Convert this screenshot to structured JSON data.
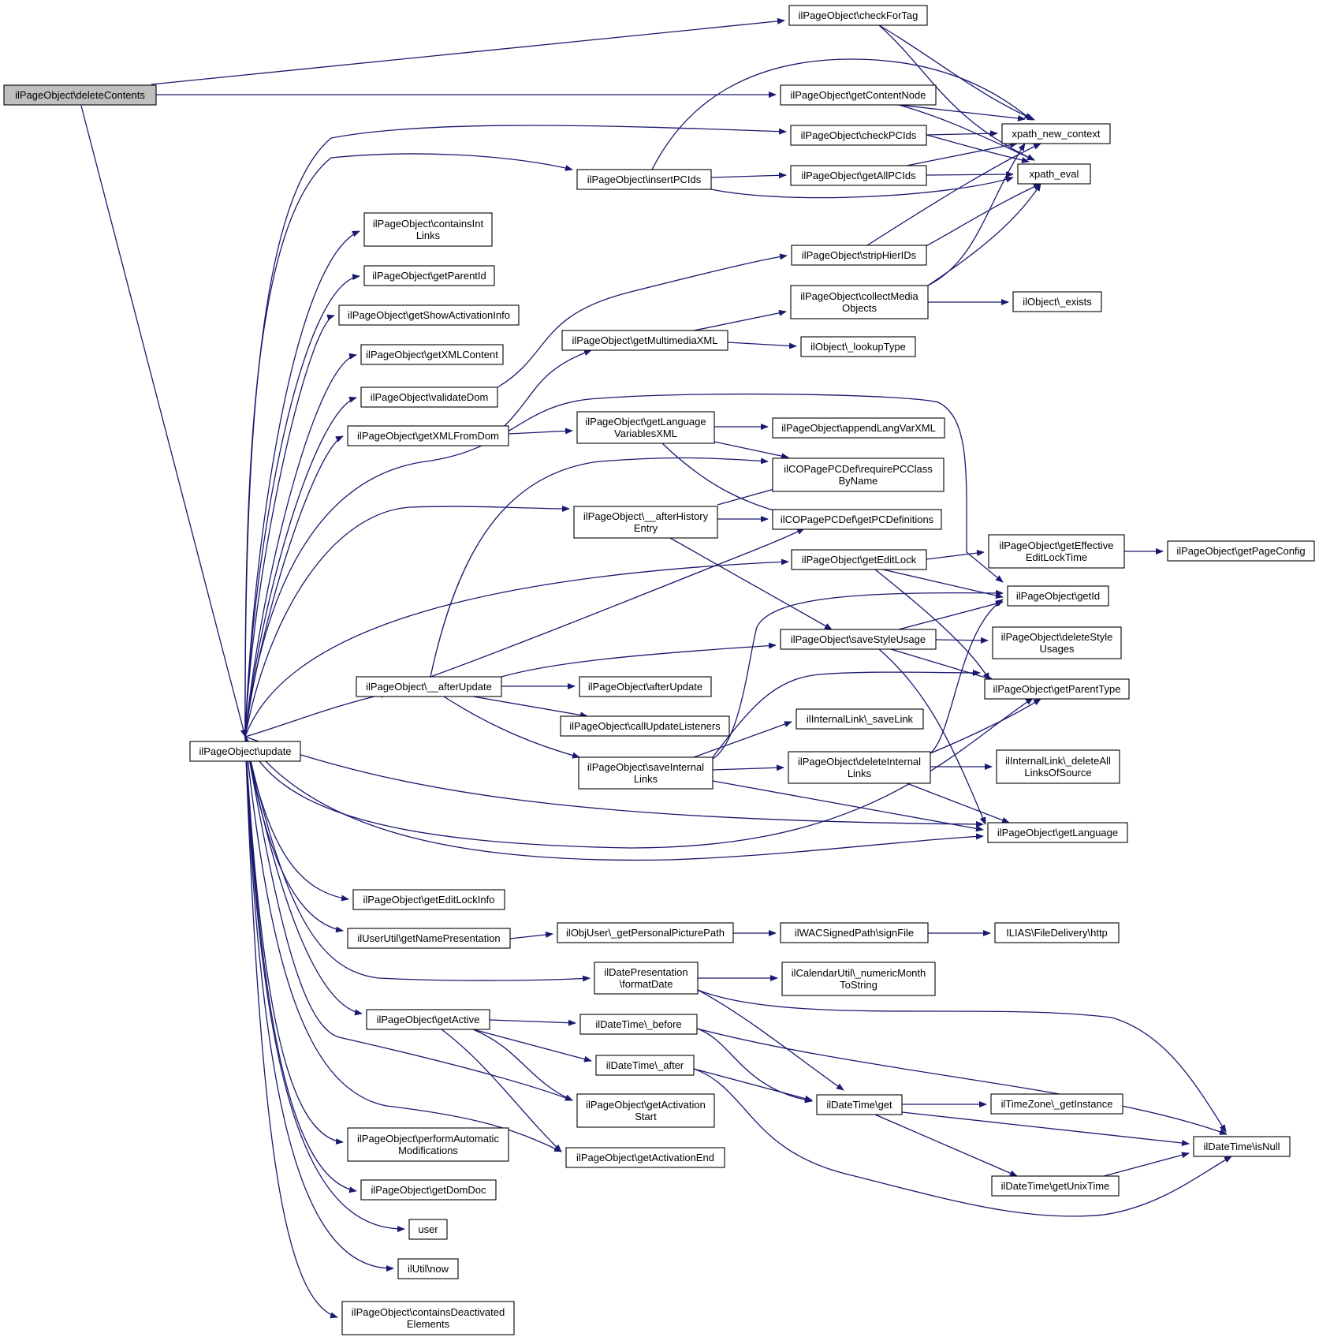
{
  "graph": {
    "colors": {
      "edge": "#191970",
      "root_fill": "#bfbfbf",
      "node_fill": "#ffffff",
      "border": "#000000"
    },
    "nodes": {
      "deleteContents": [
        "ilPageObject\\deleteContents"
      ],
      "update": [
        "ilPageObject\\update"
      ],
      "checkForTag": [
        "ilPageObject\\checkForTag"
      ],
      "getContentNode": [
        "ilPageObject\\getContentNode"
      ],
      "checkPCIds": [
        "ilPageObject\\checkPCIds"
      ],
      "insertPCIds": [
        "ilPageObject\\insertPCIds"
      ],
      "getAllPCIds": [
        "ilPageObject\\getAllPCIds"
      ],
      "xpathNewContext": [
        "xpath_new_context"
      ],
      "xpathEval": [
        "xpath_eval"
      ],
      "containsIntLinks": [
        "ilPageObject\\containsInt",
        "Links"
      ],
      "getParentId": [
        "ilPageObject\\getParentId"
      ],
      "getShowActivationInfo": [
        "ilPageObject\\getShowActivationInfo"
      ],
      "getXMLContent": [
        "ilPageObject\\getXMLContent"
      ],
      "validateDom": [
        "ilPageObject\\validateDom"
      ],
      "getXMLFromDom": [
        "ilPageObject\\getXMLFromDom"
      ],
      "stripHierIDs": [
        "ilPageObject\\stripHierIDs"
      ],
      "collectMediaObjects": [
        "ilPageObject\\collectMedia",
        "Objects"
      ],
      "ilObjectExists": [
        "ilObject\\_exists"
      ],
      "getMultimediaXML": [
        "ilPageObject\\getMultimediaXML"
      ],
      "ilObjectLookupType": [
        "ilObject\\_lookupType"
      ],
      "getLanguageVariablesXML": [
        "ilPageObject\\getLanguage",
        "VariablesXML"
      ],
      "appendLangVarXML": [
        "ilPageObject\\appendLangVarXML"
      ],
      "requirePCClassByName": [
        "ilCOPagePCDef\\requirePCClass",
        "ByName"
      ],
      "afterHistoryEntry": [
        "ilPageObject\\__afterHistory",
        "Entry"
      ],
      "getPCDefinitions": [
        "ilCOPagePCDef\\getPCDefinitions"
      ],
      "getEditLock": [
        "ilPageObject\\getEditLock"
      ],
      "getEffectiveEditLockTime": [
        "ilPageObject\\getEffective",
        "EditLockTime"
      ],
      "getPageConfig": [
        "ilPageObject\\getPageConfig"
      ],
      "getId": [
        "ilPageObject\\getId"
      ],
      "saveStyleUsage": [
        "ilPageObject\\saveStyleUsage"
      ],
      "deleteStyleUsages": [
        "ilPageObject\\deleteStyle",
        "Usages"
      ],
      "afterUpdateInternal": [
        "ilPageObject\\__afterUpdate"
      ],
      "afterUpdate": [
        "ilPageObject\\afterUpdate"
      ],
      "getParentType": [
        "ilPageObject\\getParentType"
      ],
      "callUpdateListeners": [
        "ilPageObject\\callUpdateListeners"
      ],
      "saveLink": [
        "ilInternalLink\\_saveLink"
      ],
      "saveInternalLinks": [
        "ilPageObject\\saveInternal",
        "Links"
      ],
      "deleteInternalLinks": [
        "ilPageObject\\deleteInternal",
        "Links"
      ],
      "deleteAllLinksOfSource": [
        "ilInternalLink\\_deleteAll",
        "LinksOfSource"
      ],
      "getLanguage": [
        "ilPageObject\\getLanguage"
      ],
      "getEditLockInfo": [
        "ilPageObject\\getEditLockInfo"
      ],
      "getNamePresentation": [
        "ilUserUtil\\getNamePresentation"
      ],
      "getPersonalPicturePath": [
        "ilObjUser\\_getPersonalPicturePath"
      ],
      "signFile": [
        "ilWACSignedPath\\signFile"
      ],
      "fileDeliveryHttp": [
        "ILIAS\\FileDelivery\\http"
      ],
      "formatDate": [
        "ilDatePresentation",
        "\\formatDate"
      ],
      "numericMonthToString": [
        "ilCalendarUtil\\_numericMonth",
        "ToString"
      ],
      "getActive": [
        "ilPageObject\\getActive"
      ],
      "dtBefore": [
        "ilDateTime\\_before"
      ],
      "dtAfter": [
        "ilDateTime\\_after"
      ],
      "getActivationStart": [
        "ilPageObject\\getActivation",
        "Start"
      ],
      "dtGet": [
        "ilDateTime\\get"
      ],
      "getInstance": [
        "ilTimeZone\\_getInstance"
      ],
      "isNull": [
        "ilDateTime\\isNull"
      ],
      "performAutomaticModifications": [
        "ilPageObject\\performAutomatic",
        "Modifications"
      ],
      "getActivationEnd": [
        "ilPageObject\\getActivationEnd"
      ],
      "getUnixTime": [
        "ilDateTime\\getUnixTime"
      ],
      "getDomDoc": [
        "ilPageObject\\getDomDoc"
      ],
      "user": [
        "user"
      ],
      "utilNow": [
        "ilUtil\\now"
      ],
      "containsDeactivatedElements": [
        "ilPageObject\\containsDeactivated",
        "Elements"
      ]
    }
  }
}
